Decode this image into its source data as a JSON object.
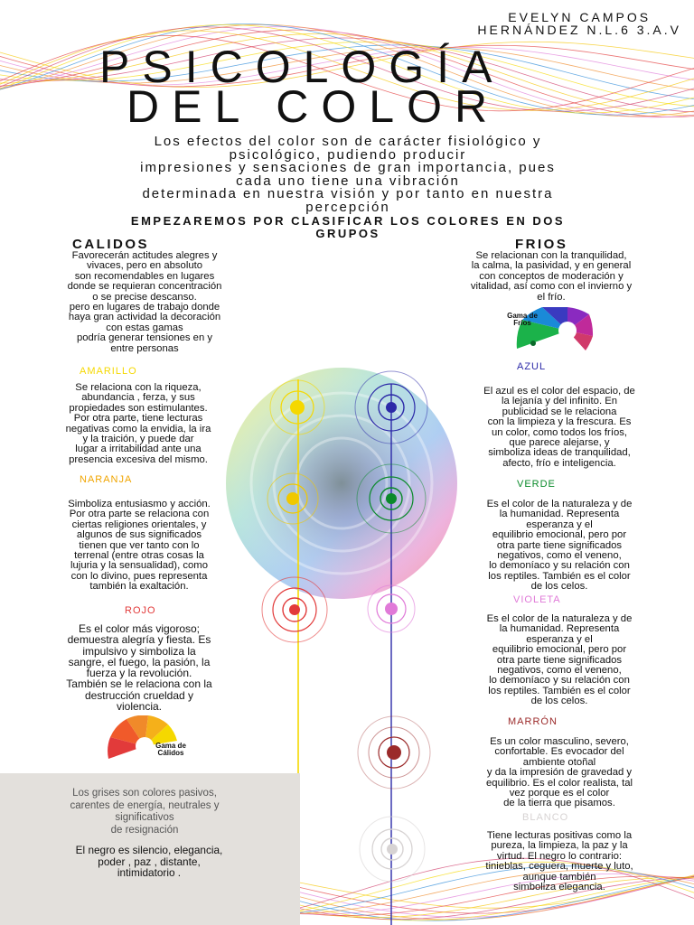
{
  "author": {
    "line1": "EVELYN CAMPOS",
    "line2": "HERNÁNDEZ N.L.6 3.A.V"
  },
  "title": {
    "line1": "PSICOLOGÍA",
    "line2": "DEL COLOR"
  },
  "intro": {
    "line1": "Los efectos del color son de carácter fisiológico y",
    "line2": "psicológico, pudiendo producir",
    "line3": "impresiones y sensaciones de gran importancia, pues",
    "line4": "cada uno tiene una vibración",
    "line5": "determinada en nuestra visión y por tanto en nuestra",
    "line6": "percepción"
  },
  "classify": {
    "line1": "EMPEZAREMOS POR CLASIFICAR LOS COLORES EN DOS",
    "line2": "GRUPOS"
  },
  "warm": {
    "heading": "CALIDOS",
    "lines": [
      "Favorecerán actitudes alegres y",
      "vivaces, pero en absoluto",
      "son recomendables en lugares",
      "donde se requieran concentración",
      "o se precise descanso.",
      "pero en lugares de trabajo donde",
      "haya gran actividad la decoración",
      "con estas gamas",
      "podría generar tensiones en y",
      "entre personas"
    ],
    "palette_label_1": "Gama de",
    "palette_label_2": "Cálidos"
  },
  "cold": {
    "heading": "FRIOS",
    "lines": [
      "Se relacionan con la tranquilidad,",
      "la calma, la pasividad, y en general",
      "con conceptos de moderación y",
      "vitalidad, así como con el invierno y",
      "el frío."
    ],
    "palette_label_1": "Gama de",
    "palette_label_2": "Fríos"
  },
  "amarillo": {
    "name": "AMARILLO",
    "lines": [
      "Se relaciona con la riqueza,",
      "abundancia , ferza, y sus",
      "propiedades son estimulantes.",
      "Por otra parte, tiene lecturas",
      "negativas como la envidia, la ira",
      "y la traición, y puede dar",
      "lugar a irritabilidad ante una",
      "presencia excesiva del mismo."
    ]
  },
  "naranja": {
    "name": "NARANJA",
    "lines": [
      "Simboliza entusiasmo y acción.",
      "Por otra parte se relaciona con",
      "ciertas religiones orientales, y",
      "algunos de sus significados",
      "tienen que ver tanto con lo",
      "terrenal (entre otras cosas la",
      "lujuria y la sensualidad), como",
      "con lo divino, pues representa",
      "también la exaltación."
    ]
  },
  "rojo": {
    "name": "ROJO",
    "lines": [
      "Es el color más vigoroso;",
      "demuestra alegría y fiesta. Es",
      "impulsivo y simboliza la",
      "sangre, el fuego, la pasión, la",
      "fuerza y la revolución.",
      "También se le relaciona con la",
      "destrucción crueldad y",
      "violencia."
    ]
  },
  "azul": {
    "name": "AZUL",
    "lines": [
      "El azul es el color del espacio, de",
      "la lejanía y del infinito. En",
      "publicidad se le relaciona",
      "con la limpieza y la frescura. Es",
      "un color, como todos los fríos,",
      "que parece alejarse, y",
      "simboliza ideas de tranquilidad,",
      "afecto, frío e inteligencia."
    ]
  },
  "verde": {
    "name": "VERDE",
    "lines": [
      "Es el color de la naturaleza y de",
      "la humanidad. Representa",
      "esperanza y el",
      "equilibrio emocional, pero por",
      "otra parte tiene significados",
      "negativos, como el veneno,",
      "lo demoníaco y su relación con",
      "los reptiles. También es el color",
      "de los celos."
    ]
  },
  "violeta": {
    "name": "VIOLETA",
    "lines": [
      "Es el color de la naturaleza y de",
      "la humanidad. Representa",
      "esperanza y el",
      "equilibrio emocional, pero por",
      "otra parte tiene significados",
      "negativos, como el veneno,",
      "lo demoníaco y su relación con",
      "los reptiles. También es el color",
      "de los celos."
    ]
  },
  "marron": {
    "name": "MARRÓN",
    "lines": [
      "Es un color masculino, severo,",
      "confortable. Es evocador del",
      "ambiente otoñal",
      "y da la impresión de gravedad y",
      "equilibrio. Es el color realista, tal",
      "vez porque es el color",
      "de la tierra que pisamos."
    ]
  },
  "blanco": {
    "name": "BLANCO",
    "lines": [
      "Tiene lecturas positivas como la",
      "pureza, la limpieza, la paz y la",
      "virtud. El negro lo contrario:",
      "tinieblas, ceguera, muerte y luto,",
      "aunque también",
      "simboliza elegancia."
    ]
  },
  "grises": {
    "lines": [
      "Los grises son colores pasivos,",
      "carentes de energía, neutrales y",
      "significativos",
      "de resignación"
    ]
  },
  "negro": {
    "lines": [
      "El negro es silencio, elegancia,",
      "poder , paz , distante,",
      "intimidatorio ."
    ]
  },
  "colors": {
    "amarillo": "#f5d800",
    "naranja": "#f0a500",
    "rojo": "#e23a3a",
    "azul": "#2c2aa8",
    "verde": "#0a8a2a",
    "violeta": "#e07ad8",
    "marron": "#9b2a2a",
    "blanco": "#d7d3d3",
    "grey_panel": "#e3e0dc"
  }
}
